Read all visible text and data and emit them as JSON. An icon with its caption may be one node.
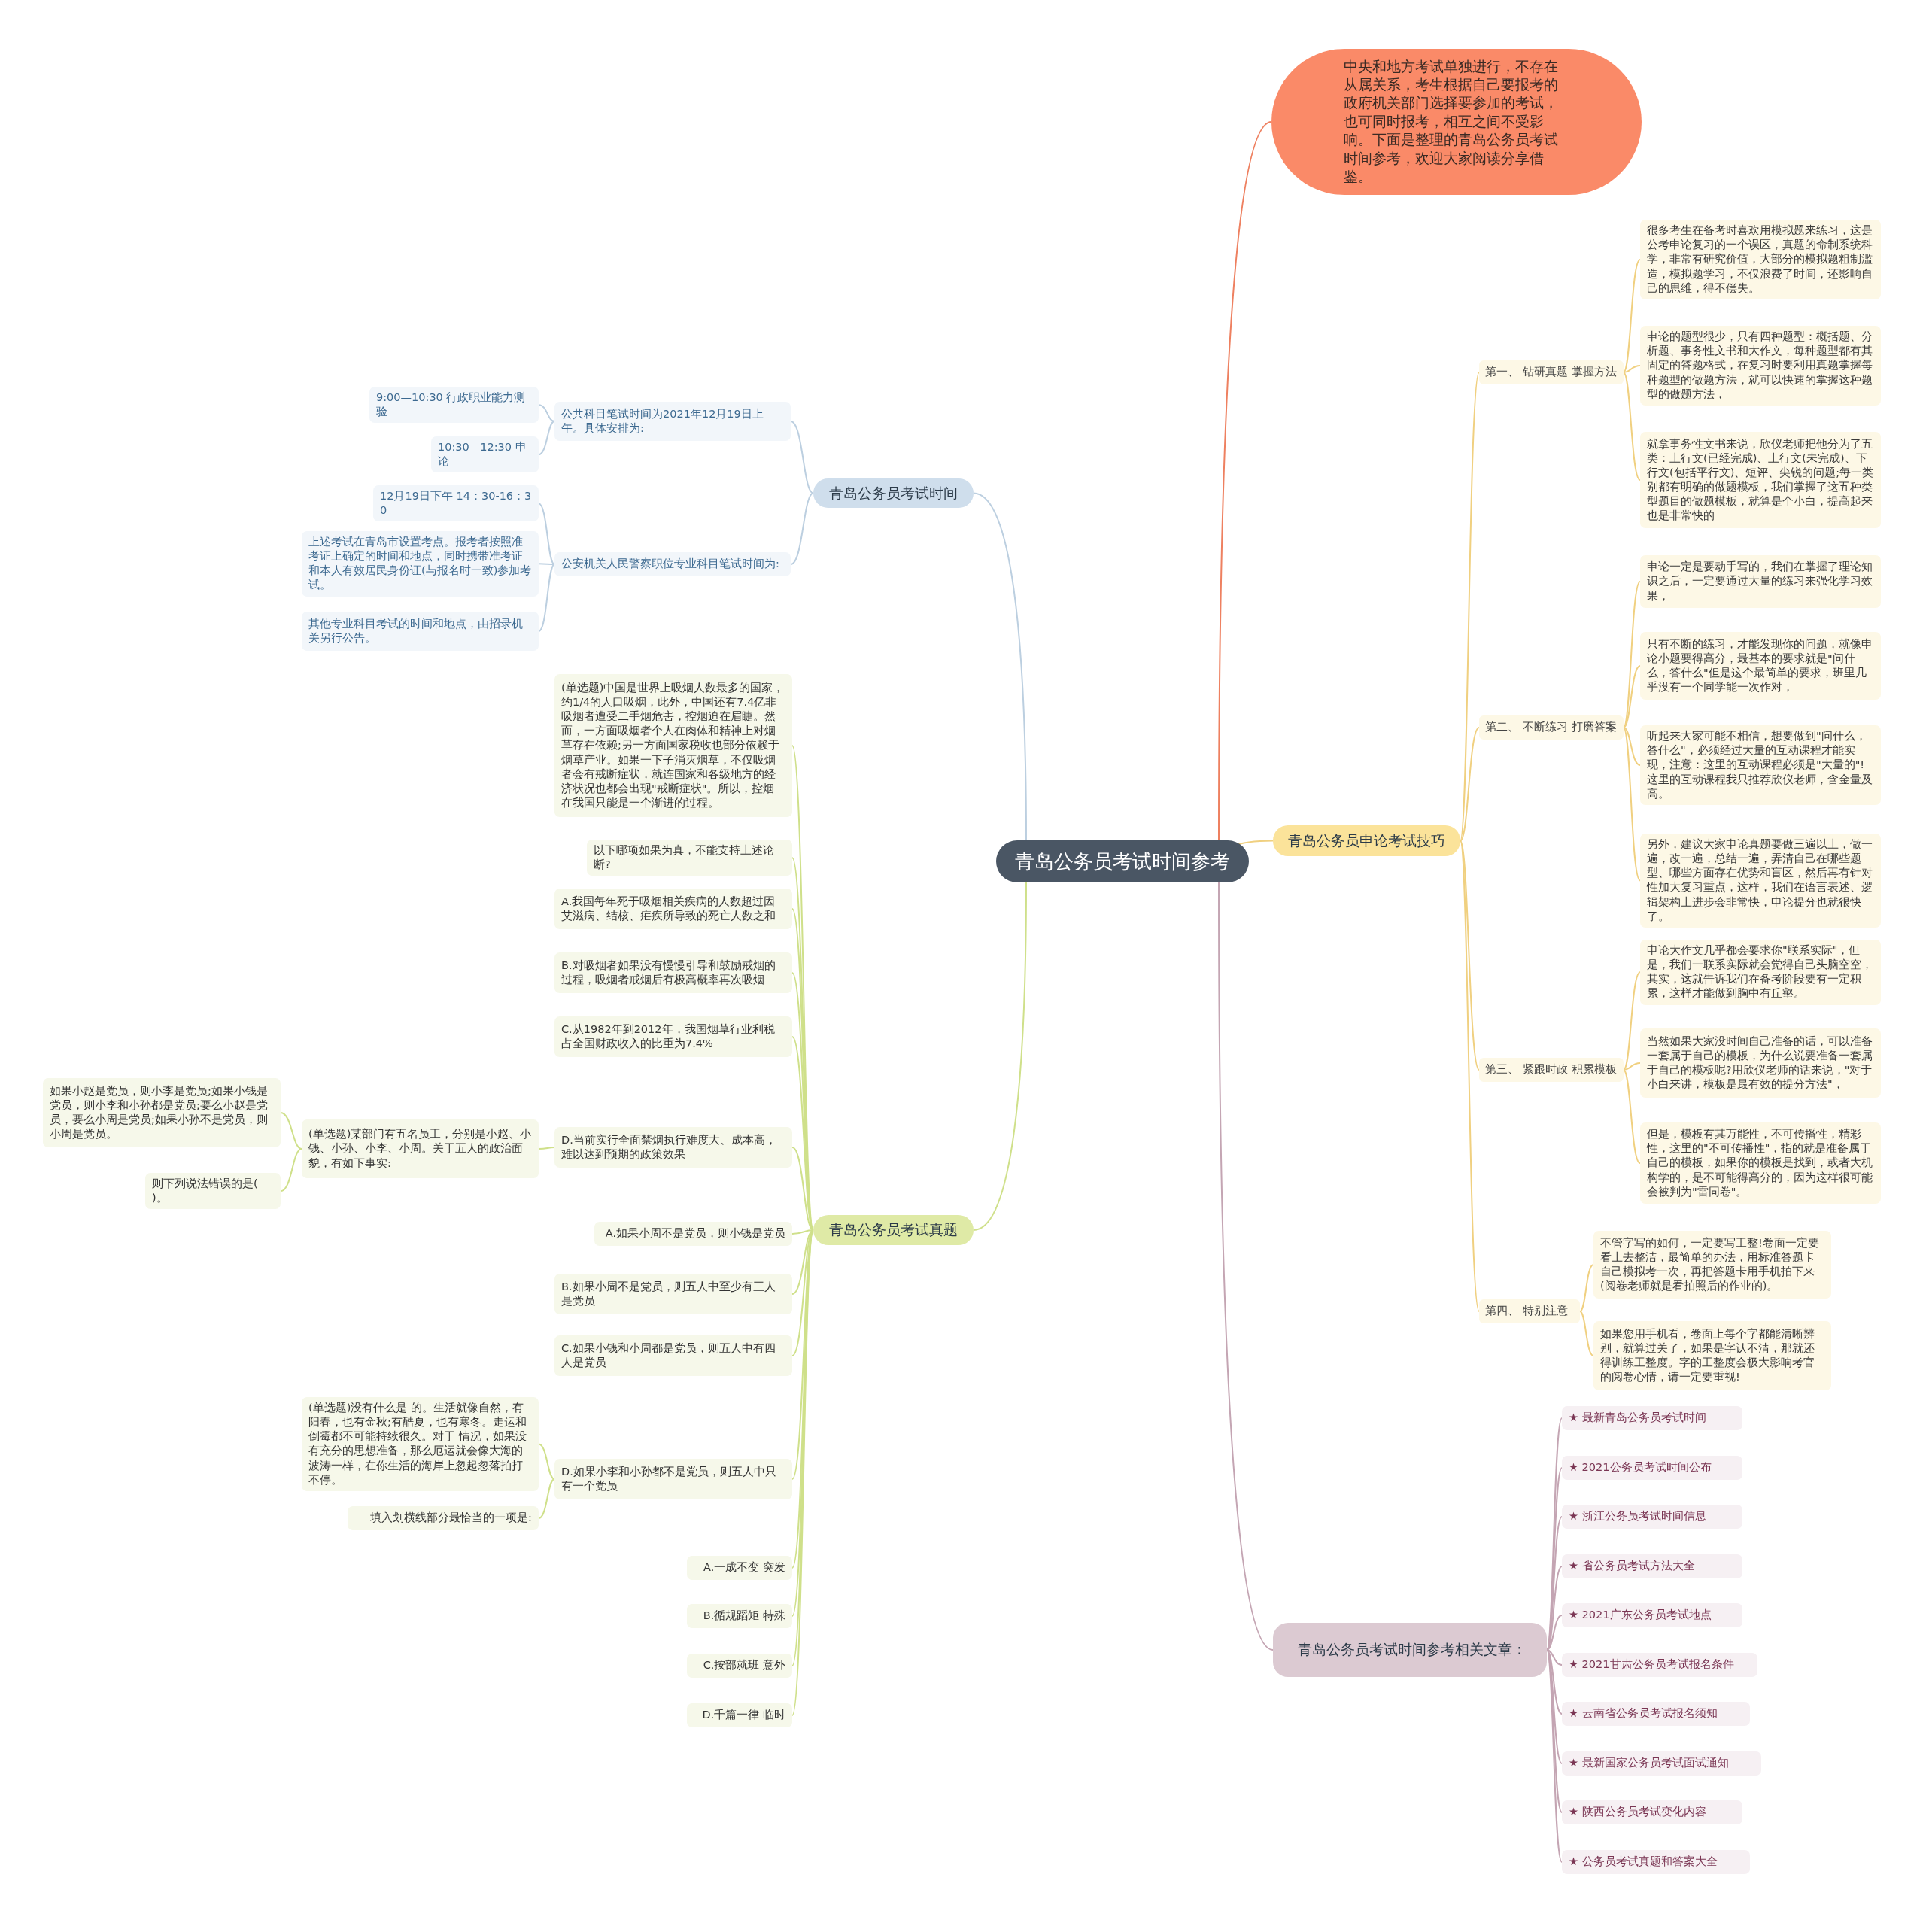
{
  "diagram": {
    "nodes": [
      {
        "text": [
          "青岛公务员考试时间参考"
        ]
      },
      {
        "text": [
          "中央和地方考试单独进行，不存在从属关系，考生根据自己要报考的政府机关部门选择要参加的考试，也可同时报考，相互之间不受影响。下面是整理的青岛公务员考试时间参考，欢迎大家阅读分享借鉴。"
        ]
      },
      {
        "text": [
          "青岛公务员考试时间"
        ]
      },
      {
        "text": [
          "公共科目笔试时间为2021年12月19日上午。具体安排为:"
        ]
      },
      {
        "text": [
          "9:00—10:30 行政职业能力测验"
        ]
      },
      {
        "text": [
          "10:30—12:30 申论"
        ]
      },
      {
        "text": [
          "公安机关人民警察职位专业科目笔试时间为:"
        ]
      },
      {
        "text": [
          "12月19日下午 14：30-16：30"
        ]
      },
      {
        "text": [
          "上述考试在青岛市设置考点。报考者按照准考证上确定的时间和地点，同时携带准考证和本人有效居民身份证(与报名时一致)参加考试。"
        ]
      },
      {
        "text": [
          "其他专业科目考试的时间和地点，由招录机关另行公告。"
        ]
      },
      {
        "text": [
          "青岛公务员考试真题"
        ]
      },
      {
        "text": [
          "(单选题)中国是世界上吸烟人数最多的国家，约1/4的人口吸烟，此外，中国还有7.4亿非吸烟者遭受二手烟危害，控烟迫在眉睫。然而，一方面吸烟者个人在肉体和精神上对烟草存在依赖;另一方面国家税收也部分依赖于烟草产业。如果一下子消灭烟草，不仅吸烟者会有戒断症状，就连国家和各级地方的经济状况也都会出现\"戒断症状\"。所以，控烟在我国只能是一个渐进的过程。"
        ]
      },
      {
        "text": [
          "以下哪项如果为真，不能支持上述论断?"
        ]
      },
      {
        "text": [
          "A.我国每年死于吸烟相关疾病的人数超过因艾滋病、结核、疟疾所导致的死亡人数之和"
        ]
      },
      {
        "text": [
          "B.对吸烟者如果没有慢慢引导和鼓励戒烟的过程，吸烟者戒烟后有极高概率再次吸烟"
        ]
      },
      {
        "text": [
          "C.从1982年到2012年，我国烟草行业利税占全国财政收入的比重为7.4%"
        ]
      },
      {
        "text": [
          "D.当前实行全面禁烟执行难度大、成本高，难以达到预期的政策效果"
        ]
      },
      {
        "text": [
          "(单选题)某部门有五名员工，分别是小赵、小钱、小孙、小李、小周。关于五人的政治面貌，有如下事实:"
        ]
      },
      {
        "text": [
          "如果小赵是党员，则小李是党员;如果小钱是党员，则小李和小孙都是党员;要么小赵是党员，要么小周是党员;如果小孙不是党员，则小周是党员。"
        ]
      },
      {
        "text": [
          "则下列说法错误的是( )。"
        ]
      },
      {
        "text": [
          "A.如果小周不是党员，则小钱是党员"
        ]
      },
      {
        "text": [
          "B.如果小周不是党员，则五人中至少有三人是党员"
        ]
      },
      {
        "text": [
          "C.如果小钱和小周都是党员，则五人中有四人是党员"
        ]
      },
      {
        "text": [
          "D.如果小李和小孙都不是党员，则五人中只有一个党员"
        ]
      },
      {
        "text": [
          "(单选题)没有什么是 的。生活就像自然，有阳春，也有金秋;有酷夏，也有寒冬。走运和倒霉都不可能持续很久。对于 情况，如果没有充分的思想准备，那么厄运就会像大海的波涛一样，在你生活的海岸上忽起忽落拍打不停。"
        ]
      },
      {
        "text": [
          "填入划横线部分最恰当的一项是:"
        ]
      },
      {
        "text": [
          "A.一成不变 突发"
        ]
      },
      {
        "text": [
          "B.循规蹈矩 特殊"
        ]
      },
      {
        "text": [
          "C.按部就班 意外"
        ]
      },
      {
        "text": [
          "D.千篇一律 临时"
        ]
      },
      {
        "text": [
          "青岛公务员申论考试技巧"
        ]
      },
      {
        "text": [
          "第一、 钻研真题 掌握方法"
        ]
      },
      {
        "text": [
          "很多考生在备考时喜欢用模拟题来练习，这是公考申论复习的一个误区，真题的命制系统科学，非常有研究价值，大部分的模拟题粗制滥造，模拟题学习，不仅浪费了时间，还影响自己的思维，得不偿失。"
        ]
      },
      {
        "text": [
          "申论的题型很少，只有四种题型：概括题、分析题、事务性文书和大作文，每种题型都有其固定的答题格式，在复习时要利用真题掌握每种题型的做题方法，就可以快速的掌握这种题型的做题方法，"
        ]
      },
      {
        "text": [
          "就拿事务性文书来说，欣仪老师把他分为了五类：上行文(已经完成)、上行文(未完成)、下行文(包括平行文)、短评、尖锐的问题;每一类别都有明确的做题模板，我们掌握了这五种类型题目的做题模板，就算是个小白，提高起来也是非常快的"
        ]
      },
      {
        "text": [
          "第二、 不断练习 打磨答案"
        ]
      },
      {
        "text": [
          "申论一定是要动手写的，我们在掌握了理论知识之后，一定要通过大量的练习来强化学习效果，"
        ]
      },
      {
        "text": [
          "只有不断的练习，才能发现你的问题，就像申论小题要得高分，最基本的要求就是\"问什么，答什么\"但是这个最简单的要求，班里几乎没有一个同学能一次作对，"
        ]
      },
      {
        "text": [
          "听起来大家可能不相信，想要做到\"问什么，答什么\"，必须经过大量的互动课程才能实现，注意：这里的互动课程必须是\"大量的\"!这里的互动课程我只推荐欣仪老师，含金量及高。"
        ]
      },
      {
        "text": [
          "另外，建议大家申论真题要做三遍以上，做一遍，改一遍，总结一遍，弄清自己在哪些题型、哪些方面存在优势和盲区，然后再有针对性加大复习重点，这样，我们在语言表述、逻辑架构上进步会非常快，申论提分也就很快了。"
        ]
      },
      {
        "text": [
          "第三、 紧跟时政 积累模板"
        ]
      },
      {
        "text": [
          "申论大作文几乎都会要求你\"联系实际\"，但是，我们一联系实际就会觉得自己头脑空空，其实，这就告诉我们在备考阶段要有一定积累，这样才能做到胸中有丘壑。"
        ]
      },
      {
        "text": [
          "当然如果大家没时间自己准备的话，可以准备一套属于自己的模板，为什么说要准备一套属于自己的模板呢?用欣仪老师的话来说，\"对于小白来讲，模板是最有效的提分方法\"，"
        ]
      },
      {
        "text": [
          "但是，模板有其万能性，不可传播性，精彩性，这里的\"不可传播性\"，指的就是准备属于自己的模板，如果你的模板是找到，或者大机构学的，是不可能得高分的，因为这样很可能会被判为\"雷同卷\"。"
        ]
      },
      {
        "text": [
          "第四、 特别注意"
        ]
      },
      {
        "text": [
          "不管字写的如何，一定要写工整!卷面一定要看上去整洁，最简单的办法，用标准答题卡自己模拟考一次，再把答题卡用手机拍下来(阅卷老师就是看拍照后的作业的)。"
        ]
      },
      {
        "text": [
          "如果您用手机看，卷面上每个字都能清晰辨别，就算过关了，如果是字认不清，那就还得训练工整度。字的工整度会极大影响考官的阅卷心情，请一定要重视!"
        ]
      },
      {
        "text": [
          "青岛公务员考试时间参考相关文章 :"
        ]
      },
      {
        "text": [
          "★ 最新青岛公务员考试时间"
        ]
      },
      {
        "text": [
          "★ 2021公务员考试时间公布"
        ]
      },
      {
        "text": [
          "★ 浙江公务员考试时间信息"
        ]
      },
      {
        "text": [
          "★ 省公务员考试方法大全"
        ]
      },
      {
        "text": [
          "★ 2021广东公务员考试地点"
        ]
      },
      {
        "text": [
          "★ 2021甘肃公务员考试报名条件"
        ]
      },
      {
        "text": [
          "★ 云南省公务员考试报名须知"
        ]
      },
      {
        "text": [
          "★ 最新国家公务员考试面试通知"
        ]
      },
      {
        "text": [
          "★ 陕西公务员考试变化内容"
        ]
      },
      {
        "text": [
          "★ 公务员考试真题和答案大全"
        ]
      }
    ],
    "edges": [
      {
        "from": 0,
        "to": 1,
        "arrow": "none",
        "color": "#ee8060"
      },
      {
        "from": 0,
        "to": 2,
        "arrow": "none",
        "color": "#bccfe0"
      },
      {
        "from": 0,
        "to": 10,
        "arrow": "none",
        "color": "#cfe08a"
      },
      {
        "from": 0,
        "to": 30,
        "arrow": "none",
        "color": "#f0d080"
      },
      {
        "from": 0,
        "to": 47,
        "arrow": "none",
        "color": "#c4a5b3"
      },
      {
        "from": 2,
        "to": 3,
        "arrow": "none",
        "color": "#bccfe0"
      },
      {
        "from": 2,
        "to": 6,
        "arrow": "none",
        "color": "#bccfe0"
      },
      {
        "from": 3,
        "to": 4,
        "arrow": "none",
        "color": "#bccfe0"
      },
      {
        "from": 3,
        "to": 5,
        "arrow": "none",
        "color": "#bccfe0"
      },
      {
        "from": 6,
        "to": 7,
        "arrow": "none",
        "color": "#bccfe0"
      },
      {
        "from": 6,
        "to": 8,
        "arrow": "none",
        "color": "#bccfe0"
      },
      {
        "from": 6,
        "to": 9,
        "arrow": "none",
        "color": "#bccfe0"
      },
      {
        "from": 10,
        "to": 11,
        "arrow": "none",
        "color": "#cfe08a"
      },
      {
        "from": 10,
        "to": 12,
        "arrow": "none",
        "color": "#cfe08a"
      },
      {
        "from": 10,
        "to": 13,
        "arrow": "none",
        "color": "#cfe08a"
      },
      {
        "from": 10,
        "to": 14,
        "arrow": "none",
        "color": "#cfe08a"
      },
      {
        "from": 10,
        "to": 15,
        "arrow": "none",
        "color": "#cfe08a"
      },
      {
        "from": 10,
        "to": 16,
        "arrow": "none",
        "color": "#cfe08a"
      },
      {
        "from": 16,
        "to": 17,
        "arrow": "none",
        "color": "#cfe08a"
      },
      {
        "from": 17,
        "to": 18,
        "arrow": "none",
        "color": "#cfe08a"
      },
      {
        "from": 17,
        "to": 19,
        "arrow": "none",
        "color": "#cfe08a"
      },
      {
        "from": 10,
        "to": 20,
        "arrow": "none",
        "color": "#cfe08a"
      },
      {
        "from": 10,
        "to": 21,
        "arrow": "none",
        "color": "#cfe08a"
      },
      {
        "from": 10,
        "to": 22,
        "arrow": "none",
        "color": "#cfe08a"
      },
      {
        "from": 10,
        "to": 23,
        "arrow": "none",
        "color": "#cfe08a"
      },
      {
        "from": 23,
        "to": 24,
        "arrow": "none",
        "color": "#cfe08a"
      },
      {
        "from": 23,
        "to": 25,
        "arrow": "none",
        "color": "#cfe08a"
      },
      {
        "from": 10,
        "to": 26,
        "arrow": "none",
        "color": "#cfe08a"
      },
      {
        "from": 10,
        "to": 27,
        "arrow": "none",
        "color": "#cfe08a"
      },
      {
        "from": 10,
        "to": 28,
        "arrow": "none",
        "color": "#cfe08a"
      },
      {
        "from": 10,
        "to": 29,
        "arrow": "none",
        "color": "#cfe08a"
      },
      {
        "from": 30,
        "to": 31,
        "arrow": "none",
        "color": "#f0d080"
      },
      {
        "from": 31,
        "to": 32,
        "arrow": "none",
        "color": "#f0d080"
      },
      {
        "from": 31,
        "to": 33,
        "arrow": "none",
        "color": "#f0d080"
      },
      {
        "from": 31,
        "to": 34,
        "arrow": "none",
        "color": "#f0d080"
      },
      {
        "from": 30,
        "to": 35,
        "arrow": "none",
        "color": "#f0d080"
      },
      {
        "from": 35,
        "to": 36,
        "arrow": "none",
        "color": "#f0d080"
      },
      {
        "from": 35,
        "to": 37,
        "arrow": "none",
        "color": "#f0d080"
      },
      {
        "from": 35,
        "to": 38,
        "arrow": "none",
        "color": "#f0d080"
      },
      {
        "from": 35,
        "to": 39,
        "arrow": "none",
        "color": "#f0d080"
      },
      {
        "from": 30,
        "to": 40,
        "arrow": "none",
        "color": "#f0d080"
      },
      {
        "from": 40,
        "to": 41,
        "arrow": "none",
        "color": "#f0d080"
      },
      {
        "from": 40,
        "to": 42,
        "arrow": "none",
        "color": "#f0d080"
      },
      {
        "from": 40,
        "to": 43,
        "arrow": "none",
        "color": "#f0d080"
      },
      {
        "from": 30,
        "to": 44,
        "arrow": "none",
        "color": "#f0d080"
      },
      {
        "from": 44,
        "to": 45,
        "arrow": "none",
        "color": "#f0d080"
      },
      {
        "from": 44,
        "to": 46,
        "arrow": "none",
        "color": "#f0d080"
      },
      {
        "from": 47,
        "to": 48,
        "arrow": "none",
        "color": "#c4a5b3"
      },
      {
        "from": 47,
        "to": 49,
        "arrow": "none",
        "color": "#c4a5b3"
      },
      {
        "from": 47,
        "to": 50,
        "arrow": "none",
        "color": "#c4a5b3"
      },
      {
        "from": 47,
        "to": 51,
        "arrow": "none",
        "color": "#c4a5b3"
      },
      {
        "from": 47,
        "to": 52,
        "arrow": "none",
        "color": "#c4a5b3"
      },
      {
        "from": 47,
        "to": 53,
        "arrow": "none",
        "color": "#c4a5b3"
      },
      {
        "from": 47,
        "to": 54,
        "arrow": "none",
        "color": "#c4a5b3"
      },
      {
        "from": 47,
        "to": 55,
        "arrow": "none",
        "color": "#c4a5b3"
      },
      {
        "from": 47,
        "to": 56,
        "arrow": "none",
        "color": "#c4a5b3"
      },
      {
        "from": 47,
        "to": 57,
        "arrow": "none",
        "color": "#c4a5b3"
      }
    ]
  }
}
